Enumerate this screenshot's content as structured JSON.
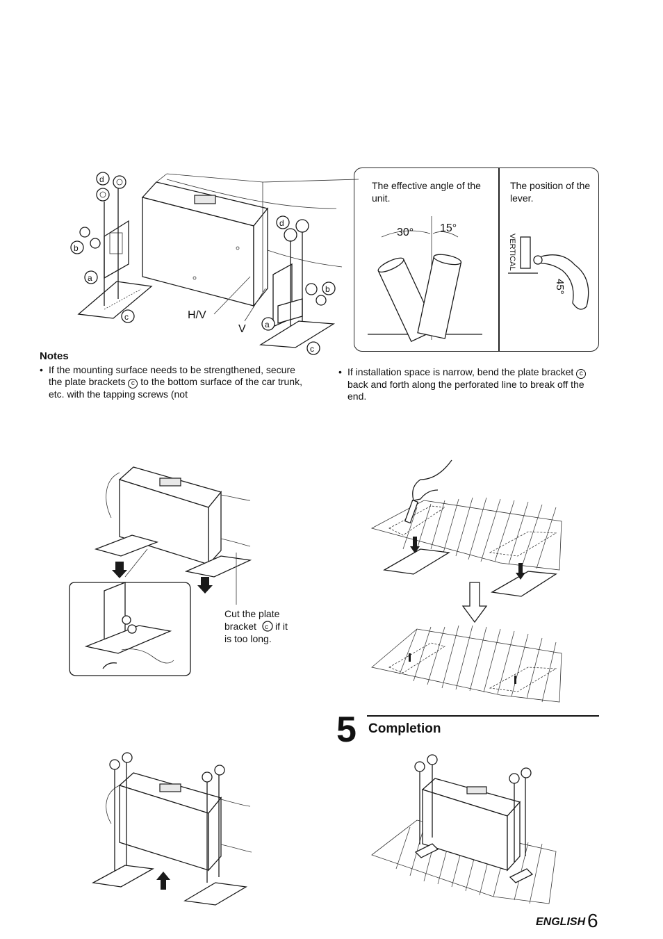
{
  "figure1": {
    "labels": [
      "d",
      "b",
      "a",
      "c",
      "d",
      "b",
      "a",
      "c"
    ],
    "hv_label": "H/V",
    "v_label": "V"
  },
  "angle_box": {
    "left_text": "The effective angle of the unit.",
    "right_text": "The position of the lever.",
    "angle_left": "30°",
    "angle_right": "15°",
    "lever_label": "VERTICAL",
    "lever_angle": "45°"
  },
  "notes": {
    "title": "Notes",
    "bullet1": "If the mounting surface needs to be strengthened, secure the plate brackets",
    "bullet1_ref": "c",
    "bullet1_end": "to the bottom surface of the car trunk, etc. with the tapping screws (not",
    "bullet2_ref": "c",
    "bullet2_start": "If installation space is narrow, bend the plate bracket",
    "bullet2_end": "back and forth along the perforated line to break off the end."
  },
  "cut_caption": {
    "line1": "Cut the plate",
    "line2a": "bracket",
    "ref": "c",
    "line2b": "if it",
    "line3": "is too long."
  },
  "step5": {
    "number": "5",
    "title": "Completion"
  },
  "footer": {
    "language": "ENGLISH",
    "page": "6"
  }
}
